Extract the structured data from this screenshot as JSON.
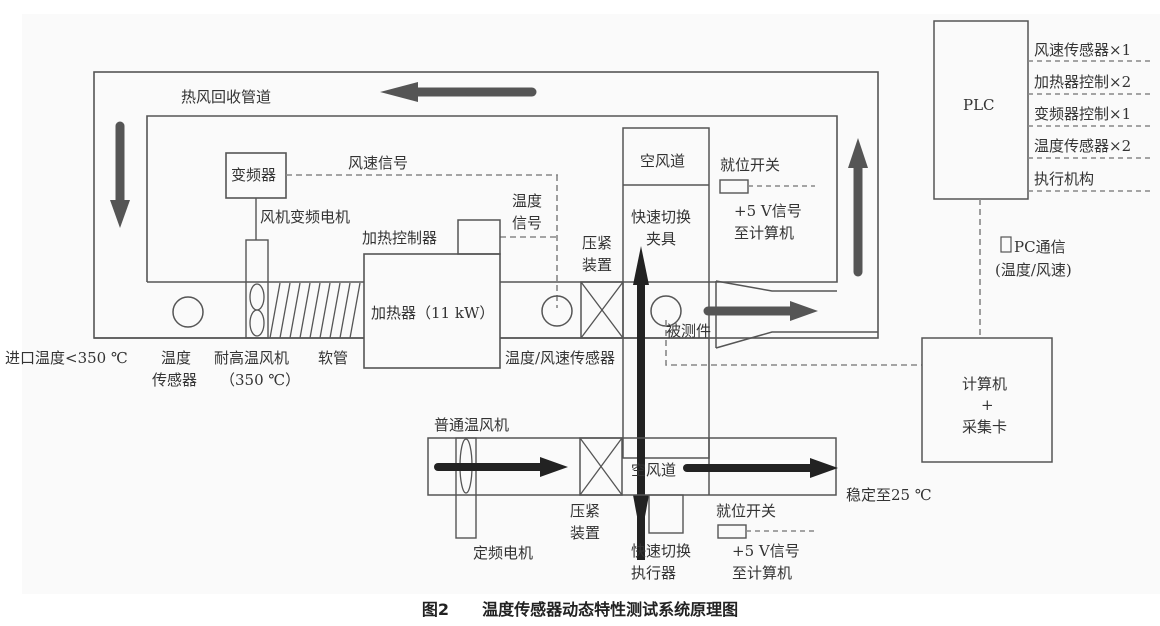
{
  "caption": {
    "figure_no": "图2",
    "title": "温度传感器动态特性测试系统原理图"
  },
  "colors": {
    "line": "#555555",
    "arrow_dark": "#222222",
    "arrow_grey": "#555555",
    "dashed": "#888888"
  },
  "labels": {
    "hot_return_duct": "热风回收管道",
    "inverter": "变频器",
    "wind_speed_signal": "风速信号",
    "fan_motor": "风机变频电机",
    "temp_signal_1": "温度",
    "temp_signal_2": "信号",
    "heater_controller": "加热控制器",
    "heater": "加热器（11 kW）",
    "clamp_top_1": "压紧",
    "clamp_top_2": "装置",
    "empty_duct_top": "空风道",
    "fast_switch_fixture_1": "快速切换",
    "fast_switch_fixture_2": "夹具",
    "limit_switch_top": "就位开关",
    "signal_5v_top_1": "+5 V信号",
    "signal_5v_top_2": "至计算机",
    "inlet_temp": "进口温度<350 ℃",
    "temp_sensor_1": "温度",
    "temp_sensor_2": "传感器",
    "hi_temp_fan_1": "耐高温风机",
    "hi_temp_fan_2": "（350 ℃）",
    "hose": "软管",
    "temp_speed_sensor": "温度/风速传感器",
    "dut": "被测件",
    "normal_fan": "普通温风机",
    "empty_duct_bottom": "空风道",
    "stable_25": "稳定至25 ℃",
    "clamp_bottom_1": "压紧",
    "clamp_bottom_2": "装置",
    "fixed_motor": "定频电机",
    "fast_switch_actuator_1": "快速切换",
    "fast_switch_actuator_2": "执行器",
    "limit_switch_bottom": "就位开关",
    "signal_5v_bottom_1": "+5 V信号",
    "signal_5v_bottom_2": "至计算机",
    "plc": "PLC",
    "pc_comm_1": "PC通信",
    "pc_comm_2": "(温度/风速)",
    "computer_1": "计算机",
    "computer_plus": "+",
    "computer_2": "采集卡"
  },
  "plc_io": [
    "风速传感器×1",
    "加热器控制×2",
    "变频器控制×1",
    "温度传感器×2",
    "执行机构"
  ]
}
